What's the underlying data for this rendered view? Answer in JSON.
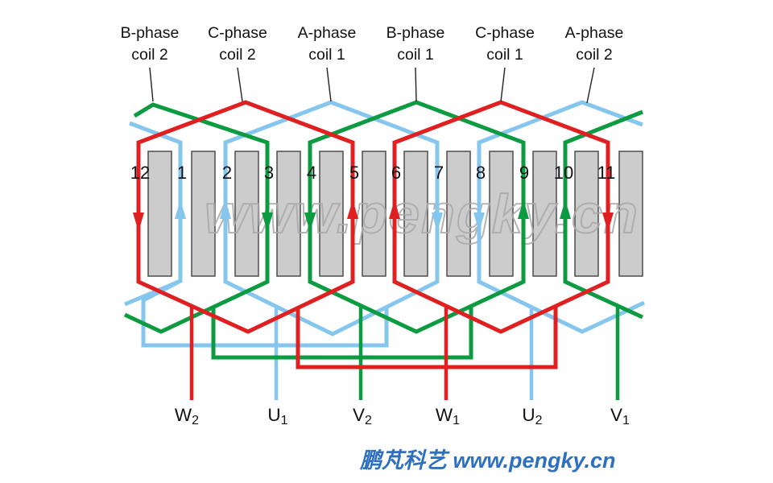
{
  "coil_labels": [
    {
      "line1": "B-phase",
      "line2": "coil 2"
    },
    {
      "line1": "C-phase",
      "line2": "coil 2"
    },
    {
      "line1": "A-phase",
      "line2": "coil 1"
    },
    {
      "line1": "B-phase",
      "line2": "coil 1"
    },
    {
      "line1": "C-phase",
      "line2": "coil 1"
    },
    {
      "line1": "A-phase",
      "line2": "coil 2"
    }
  ],
  "slots": [
    {
      "number": "12",
      "phase": "C",
      "direction": "down"
    },
    {
      "number": "1",
      "phase": "A",
      "direction": "up"
    },
    {
      "number": "2",
      "phase": "A",
      "direction": "up"
    },
    {
      "number": "3",
      "phase": "B",
      "direction": "down"
    },
    {
      "number": "4",
      "phase": "B",
      "direction": "down"
    },
    {
      "number": "5",
      "phase": "C",
      "direction": "up"
    },
    {
      "number": "6",
      "phase": "C",
      "direction": "up"
    },
    {
      "number": "7",
      "phase": "A",
      "direction": "down"
    },
    {
      "number": "8",
      "phase": "A",
      "direction": "down"
    },
    {
      "number": "9",
      "phase": "B",
      "direction": "up"
    },
    {
      "number": "10",
      "phase": "B",
      "direction": "up"
    },
    {
      "number": "11",
      "phase": "C",
      "direction": "down"
    }
  ],
  "terminals": [
    {
      "letter": "W",
      "sub": "2"
    },
    {
      "letter": "U",
      "sub": "1"
    },
    {
      "letter": "V",
      "sub": "2"
    },
    {
      "letter": "W",
      "sub": "1"
    },
    {
      "letter": "U",
      "sub": "2"
    },
    {
      "letter": "V",
      "sub": "1"
    }
  ],
  "watermark": "www.pengky.cn",
  "footer": "鹏芃科艺 www.pengky.cn",
  "colors": {
    "a_phase_blue": "#85C6EF",
    "b_phase_green": "#0C9B40",
    "c_phase_red": "#E02020",
    "slot_fill": "#CCCCCC",
    "slot_border": "#4D4D4D",
    "watermark_gray": "#A9A9A9",
    "footer_blue": "#2E6FC0"
  }
}
